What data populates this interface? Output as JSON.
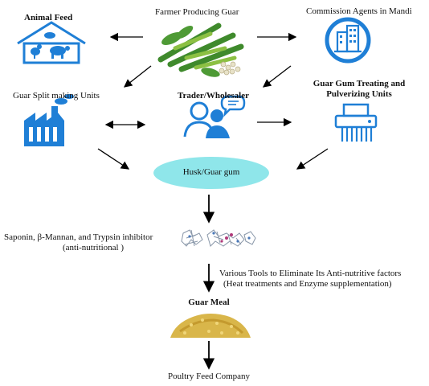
{
  "nodes": {
    "animal_feed": "Animal Feed",
    "farmer": "Farmer Producing Guar",
    "commission": "Commission Agents in Mandi",
    "guar_split": "Guar Split making Units",
    "trader": "Trader/Wholesaler",
    "gum_treating_line1": "Guar Gum Treating and",
    "gum_treating_line2": "Pulverizing Units",
    "husk": "Husk/Guar gum",
    "saponin_line1": "Saponin,  β-Mannan, and Trypsin inhibitor",
    "saponin_line2": "(anti-nutritional )",
    "tools_line1": "Various Tools to Eliminate Its Anti-nutritive factors",
    "tools_line2": "(Heat treatments and Enzyme supplementation)",
    "guar_meal": "Guar Meal",
    "poultry": "Poultry Feed Company"
  },
  "colors": {
    "icon_blue": "#1f7fd6",
    "husk_fill": "#8fe6ea",
    "meal": "#d9b64a"
  }
}
